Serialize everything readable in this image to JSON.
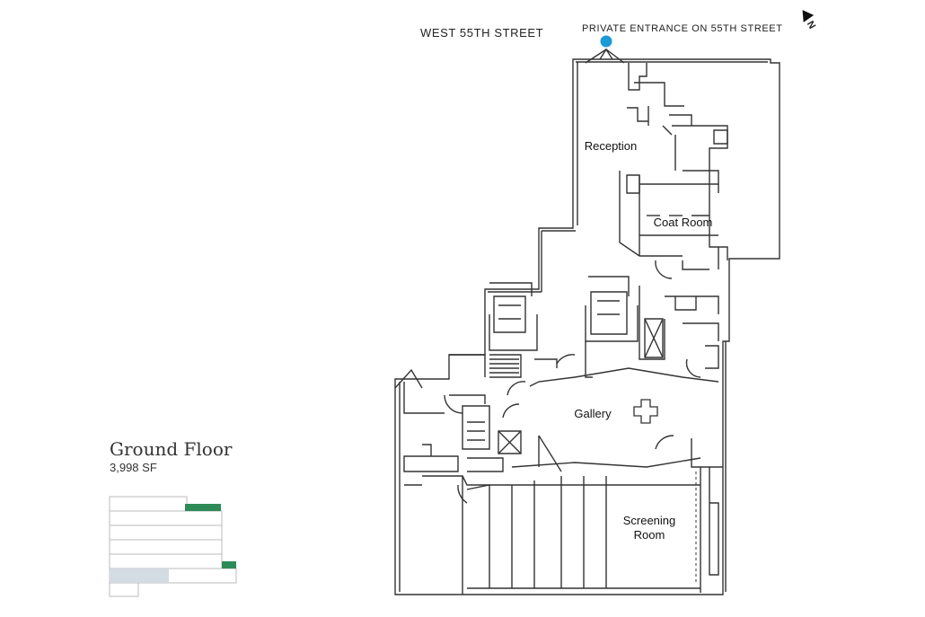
{
  "labels": {
    "street": "WEST 55TH STREET",
    "entrance": "PRIVATE ENTRANCE ON 55TH STREET",
    "north": "N"
  },
  "floor": {
    "title": "Ground Floor",
    "area": "3,998 SF"
  },
  "rooms": {
    "reception": "Reception",
    "coat_room": "Coat Room",
    "gallery": "Gallery",
    "screening_line1": "Screening",
    "screening_line2": "Room"
  },
  "colors": {
    "entrance_marker": "#1a9ad6",
    "highlight_green": "#2e8b57",
    "highlight_blue": "#d3dbe3",
    "wall": "#333333"
  }
}
